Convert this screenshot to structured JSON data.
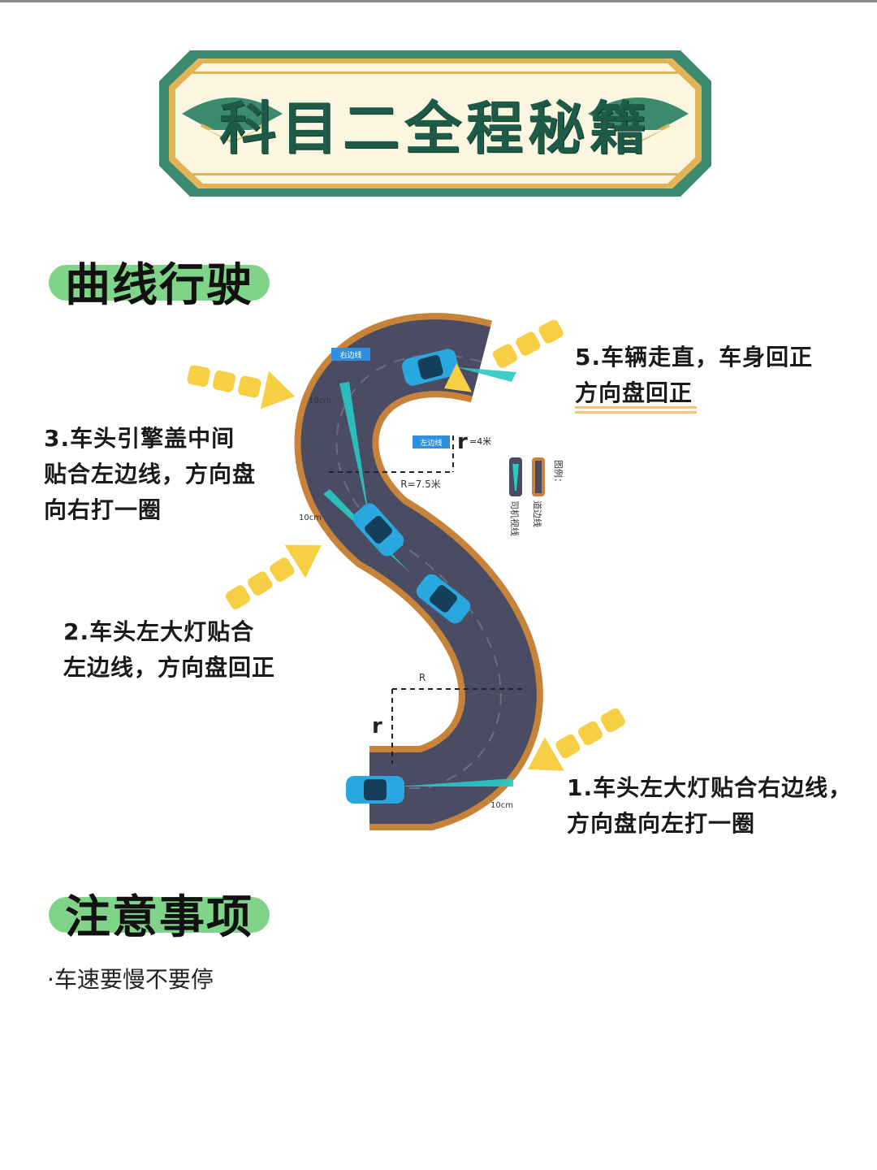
{
  "header": {
    "title": "科目二全程秘籍"
  },
  "sections": {
    "curve": {
      "heading": "曲线行驶"
    },
    "notes": {
      "heading": "注意事项"
    }
  },
  "steps": {
    "step1": {
      "line1": "1.车头左大灯贴合右边线，",
      "line2": "方向盘向左打一圈"
    },
    "step2": {
      "line1": "2.车头左大灯贴合",
      "line2": "左边线，方向盘回正"
    },
    "step3": {
      "line1": "3.车头引擎盖中间",
      "line2": "贴合左边线，方向盘",
      "line3": "向右打一圈"
    },
    "step5": {
      "line1": "5.车辆走直，车身回正",
      "line2": "方向盘回正"
    }
  },
  "diagram": {
    "measure_10cm": "10cm",
    "radius_big": "R=7.5米",
    "radius_small_symbol": "r",
    "radius_small_value": "=4米",
    "radius_big_symbol": "R",
    "label_right_edge": "右边线",
    "label_left_edge": "左边线",
    "legend_sightline": "司机视线",
    "legend_edge": "道边线",
    "legend_title": "图例："
  },
  "notes": {
    "item1": "·车速要慢不要停"
  },
  "colors": {
    "banner_green": "#3d8b6e",
    "banner_cream": "#fbf6df",
    "banner_gold": "#e2b458",
    "pill_green": "#7fd48a",
    "road": "#4a4c63",
    "road_edge": "#c8833a",
    "car_blue": "#29a8e0",
    "arrow_yellow": "#f7cf45",
    "sightline": "#29c9c4"
  }
}
